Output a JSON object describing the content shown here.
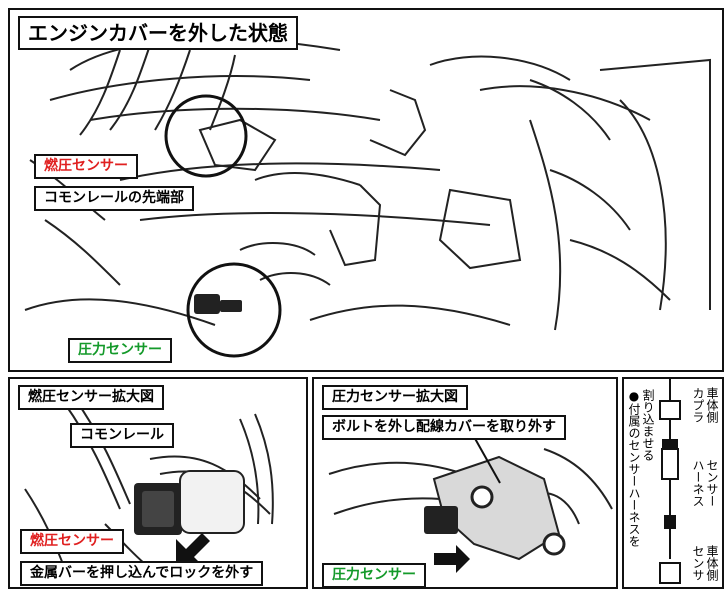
{
  "top": {
    "title": "エンジンカバーを外した状態",
    "labels": {
      "fuel_sensor": "燃圧センサー",
      "rail_tip": "コモンレールの先端部",
      "pressure_sensor": "圧力センサー"
    }
  },
  "bottom_left": {
    "title": "燃圧センサー拡大図",
    "common_rail": "コモンレール",
    "fuel_sensor": "燃圧センサー",
    "instruction": "金属バーを押し込んでロックを外す"
  },
  "bottom_middle": {
    "title": "圧力センサー拡大図",
    "instruction": "ボルトを外し配線カバーを取り外す",
    "pressure_sensor": "圧力センサー"
  },
  "bottom_right": {
    "note_lines": [
      "●付属のセンサーハーネスを",
      "割り込ませる"
    ],
    "vehicle_coupler": [
      "車体側",
      "カプラ"
    ],
    "sensor_harness": [
      "センサー",
      "ハーネス"
    ],
    "vehicle_sensor": [
      "車体側",
      "センサ"
    ]
  },
  "colors": {
    "red": "#e02020",
    "green": "#149a2a",
    "line": "#111111"
  }
}
